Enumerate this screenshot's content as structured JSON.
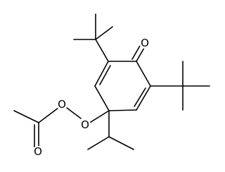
{
  "molecule": {
    "atoms": {
      "carbonyl_oxygen": "O",
      "peroxy_oxygen_1": "O",
      "peroxy_oxygen_2": "O",
      "acetyl_oxygen": "O"
    }
  }
}
